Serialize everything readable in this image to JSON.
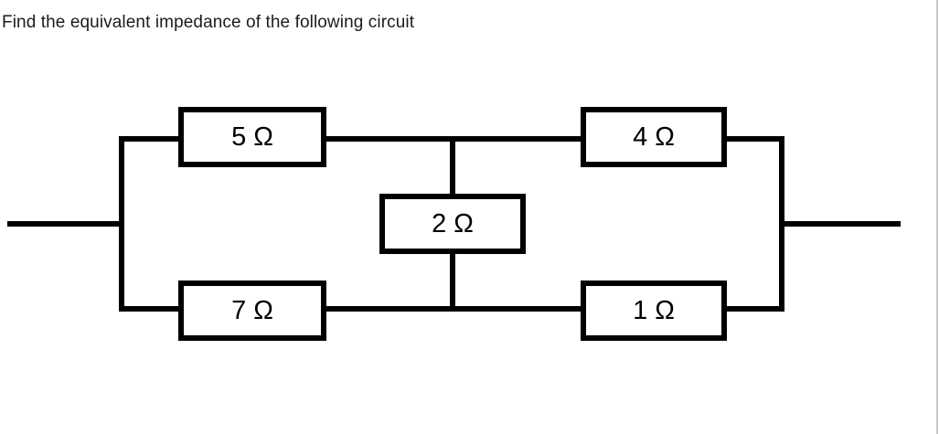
{
  "page": {
    "title": "Find the equivalent impedance of the following circuit"
  },
  "circuit": {
    "type": "resistor-network-bridge",
    "resistors": [
      {
        "position": "top-left",
        "label": "5 Ω",
        "value_ohms": 5
      },
      {
        "position": "middle",
        "label": "2 Ω",
        "value_ohms": 2
      },
      {
        "position": "top-right",
        "label": "4 Ω",
        "value_ohms": 4
      },
      {
        "position": "bottom-left",
        "label": "7 Ω",
        "value_ohms": 7
      },
      {
        "position": "bottom-right",
        "label": "1 Ω",
        "value_ohms": 1
      }
    ],
    "colors": {
      "wire": "#000000",
      "resistor_fill": "#ffffff",
      "resistor_border": "#000000",
      "page_edge": "#c2c9c4"
    }
  }
}
